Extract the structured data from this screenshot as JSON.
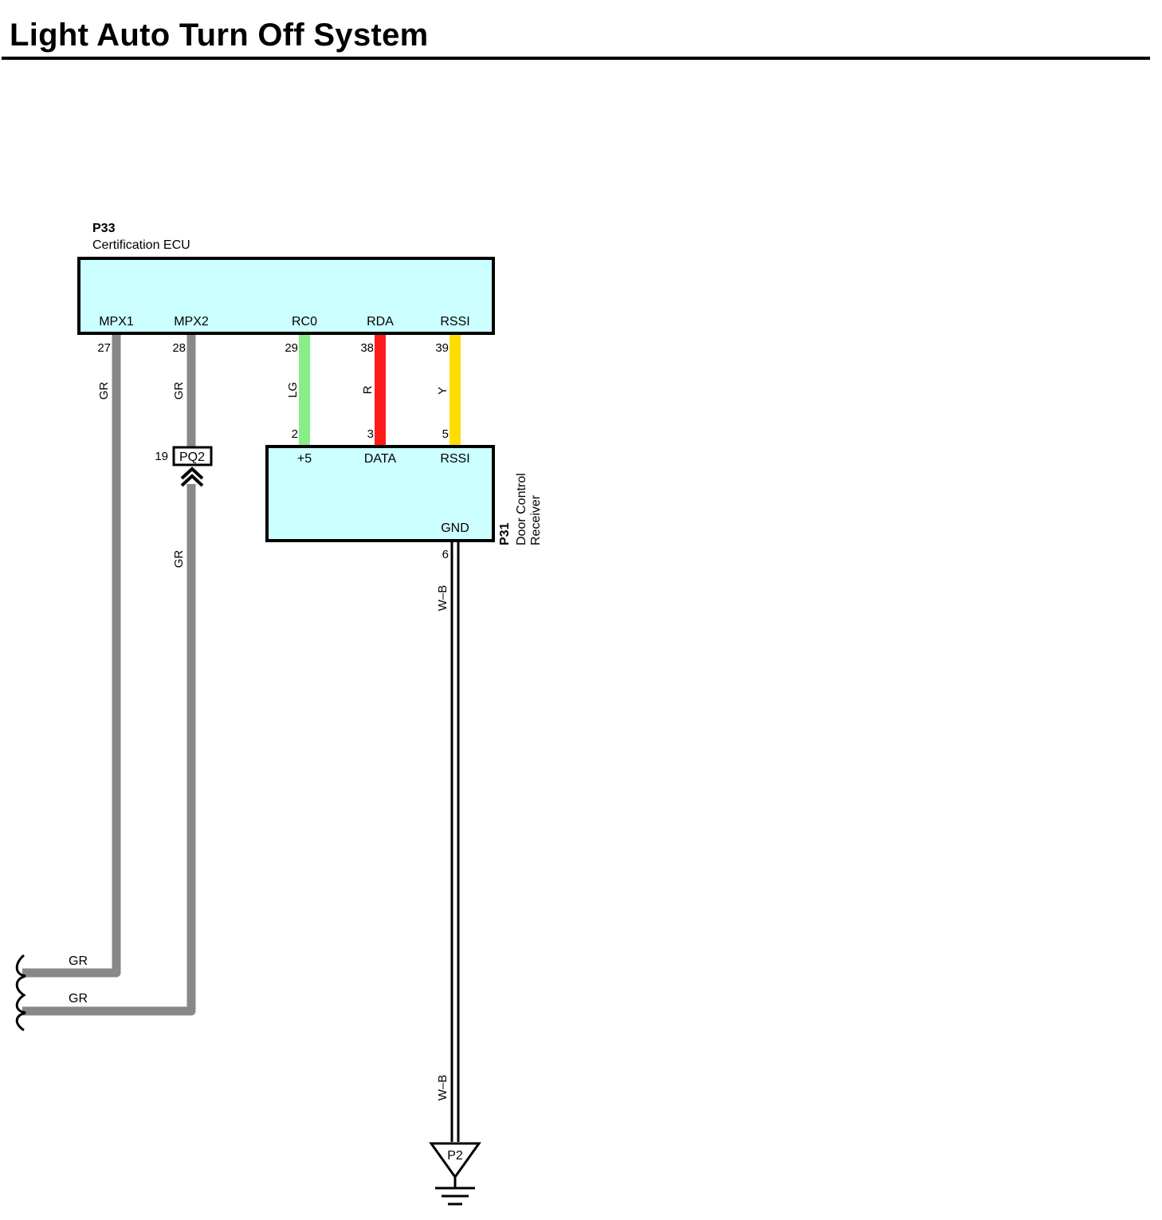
{
  "title": "Light Auto Turn Off System",
  "colors": {
    "box_fill": "#ccffff",
    "gray_wire": "#888888",
    "lg_wire": "#88ee88",
    "r_wire": "#ff1a1a",
    "y_wire": "#ffdd00"
  },
  "ecu": {
    "id": "P33",
    "name": "Certification ECU",
    "terminals": [
      "MPX1",
      "MPX2",
      "RC0",
      "RDA",
      "RSSI"
    ],
    "pins": [
      "27",
      "28",
      "29",
      "38",
      "39"
    ]
  },
  "receiver": {
    "id": "P31",
    "name_line1": "Door Control",
    "name_line2": "Receiver",
    "terminals": [
      "+5",
      "DATA",
      "RSSI",
      "GND"
    ],
    "pins": [
      "2",
      "3",
      "5",
      "6"
    ]
  },
  "wires": {
    "mpx1": "GR",
    "mpx2_upper": "GR",
    "mpx2_lower": "GR",
    "rc0": "LG",
    "rda": "R",
    "rssi": "Y",
    "gnd_upper": "W–B",
    "gnd_lower": "W–B",
    "left_top": "GR",
    "left_bottom": "GR"
  },
  "junction": {
    "id": "PQ2",
    "pin": "19"
  },
  "ground": {
    "id": "P2"
  }
}
